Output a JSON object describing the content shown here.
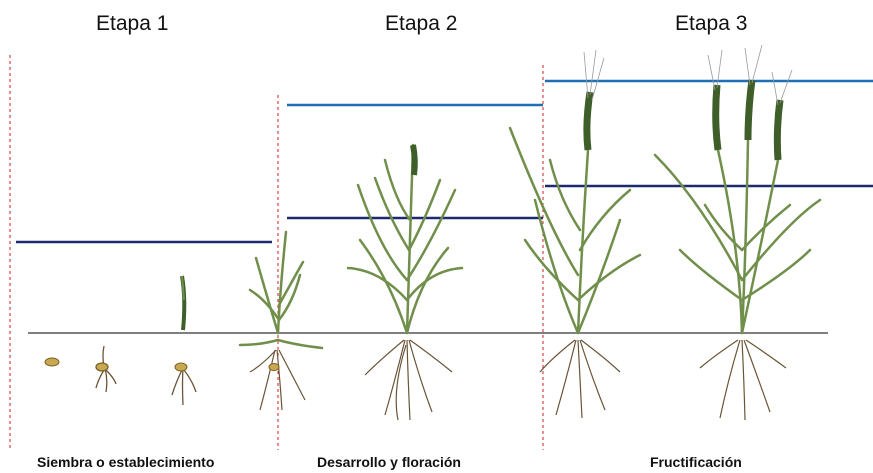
{
  "stages": [
    {
      "title": "Etapa 1",
      "caption": "Siembra o establecimiento"
    },
    {
      "title": "Etapa 2",
      "caption": "Desarrollo y floración"
    },
    {
      "title": "Etapa 3",
      "caption": "Fructificación"
    }
  ],
  "colors": {
    "leaf": "#6f8f4a",
    "leaf_dark": "#3f5f2a",
    "root": "#6b5436",
    "seed": "#c8a850",
    "divider": "#d02020",
    "height_line_light": "#1f6fb4",
    "height_line_dark": "#1e2a6e",
    "ground": "#333333"
  }
}
